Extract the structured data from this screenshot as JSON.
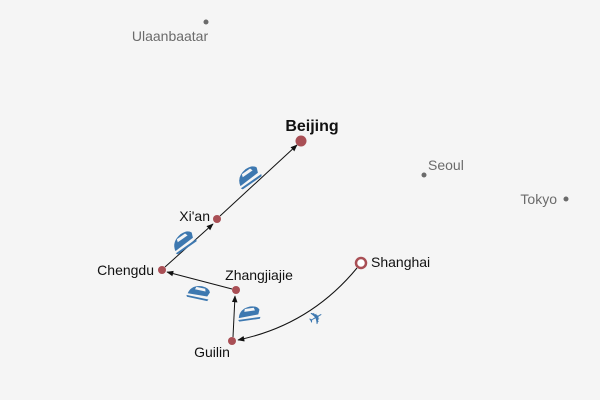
{
  "colors": {
    "stop": "#a94f55",
    "reference": "#6b6b6b",
    "transport": "#3d78b0",
    "background": "#f5f5f5"
  },
  "reference_cities": {
    "ulaanbaatar": "Ulaanbaatar",
    "seoul": "Seoul",
    "tokyo": "Tokyo"
  },
  "stops": {
    "beijing": "Beijing",
    "xian": "Xi'an",
    "chengdu": "Chengdu",
    "zhangjiajie": "Zhangjiajie",
    "guilin": "Guilin",
    "shanghai": "Shanghai"
  },
  "routes": [
    {
      "from": "Shanghai",
      "to": "Guilin",
      "mode": "plane-icon"
    },
    {
      "from": "Guilin",
      "to": "Zhangjiajie",
      "mode": "train-icon"
    },
    {
      "from": "Zhangjiajie",
      "to": "Chengdu",
      "mode": "train-icon"
    },
    {
      "from": "Chengdu",
      "to": "Xi'an",
      "mode": "train-icon"
    },
    {
      "from": "Xi'an",
      "to": "Beijing",
      "mode": "train-icon"
    }
  ]
}
